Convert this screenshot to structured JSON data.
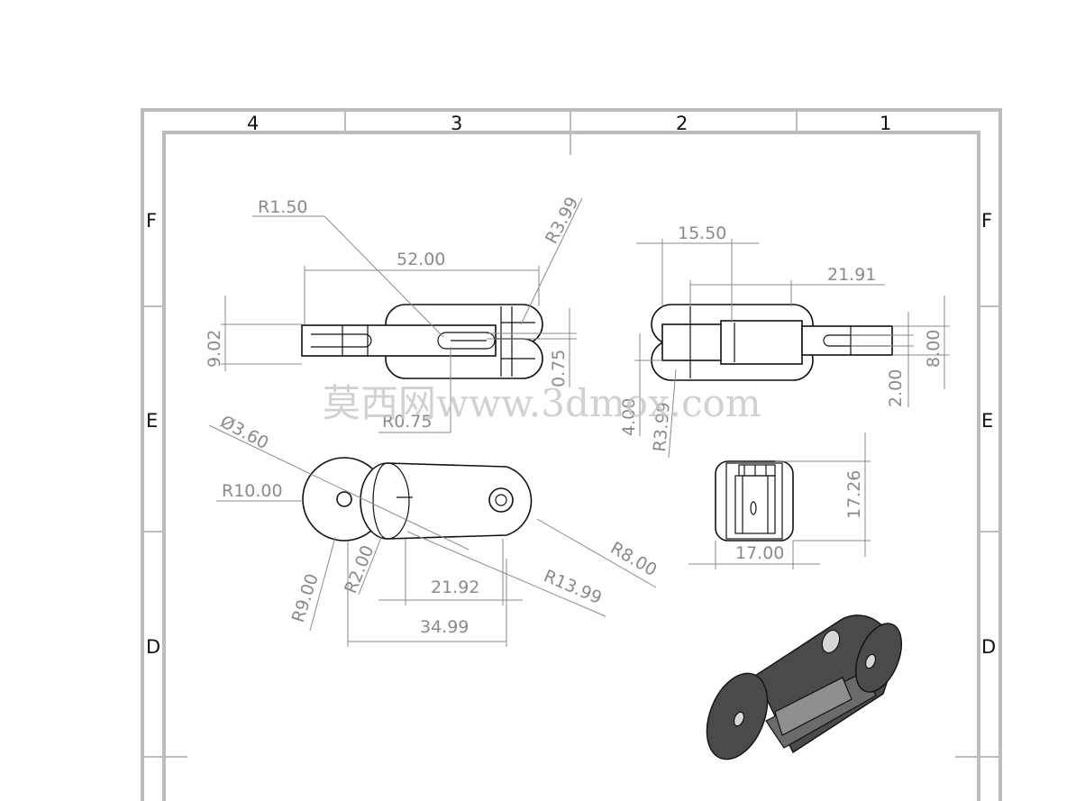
{
  "title_block": {
    "zones_top": [
      "4",
      "3",
      "2",
      "1"
    ],
    "zones_left": [
      "F",
      "E",
      "D"
    ],
    "zones_right": [
      "F",
      "E",
      "D"
    ]
  },
  "dimensions": {
    "front_left": {
      "r1_50": "R1.50",
      "r3_99": "R3.99",
      "len_52": "52.00",
      "h_9_02": "9.02",
      "d_0_75": "0.75",
      "r0_75": "R0.75"
    },
    "front_right": {
      "w_15_50": "15.50",
      "w_21_91": "21.91",
      "h_8_00": "8.00",
      "h_2_00": "2.00",
      "h_4_00": "4.00",
      "r3_99": "R3.99"
    },
    "top_view": {
      "dia_3_60": "Ø3.60",
      "r10_00": "R10.00",
      "r8_00": "R8.00",
      "r13_99": "R13.99",
      "r9_00": "R9.00",
      "r2_00": "R2.00",
      "w_21_92": "21.92",
      "w_34_99": "34.99"
    },
    "end_view": {
      "h_17_26": "17.26",
      "w_17_00": "17.00"
    }
  },
  "watermark": "莫西网www.3dmox.com"
}
